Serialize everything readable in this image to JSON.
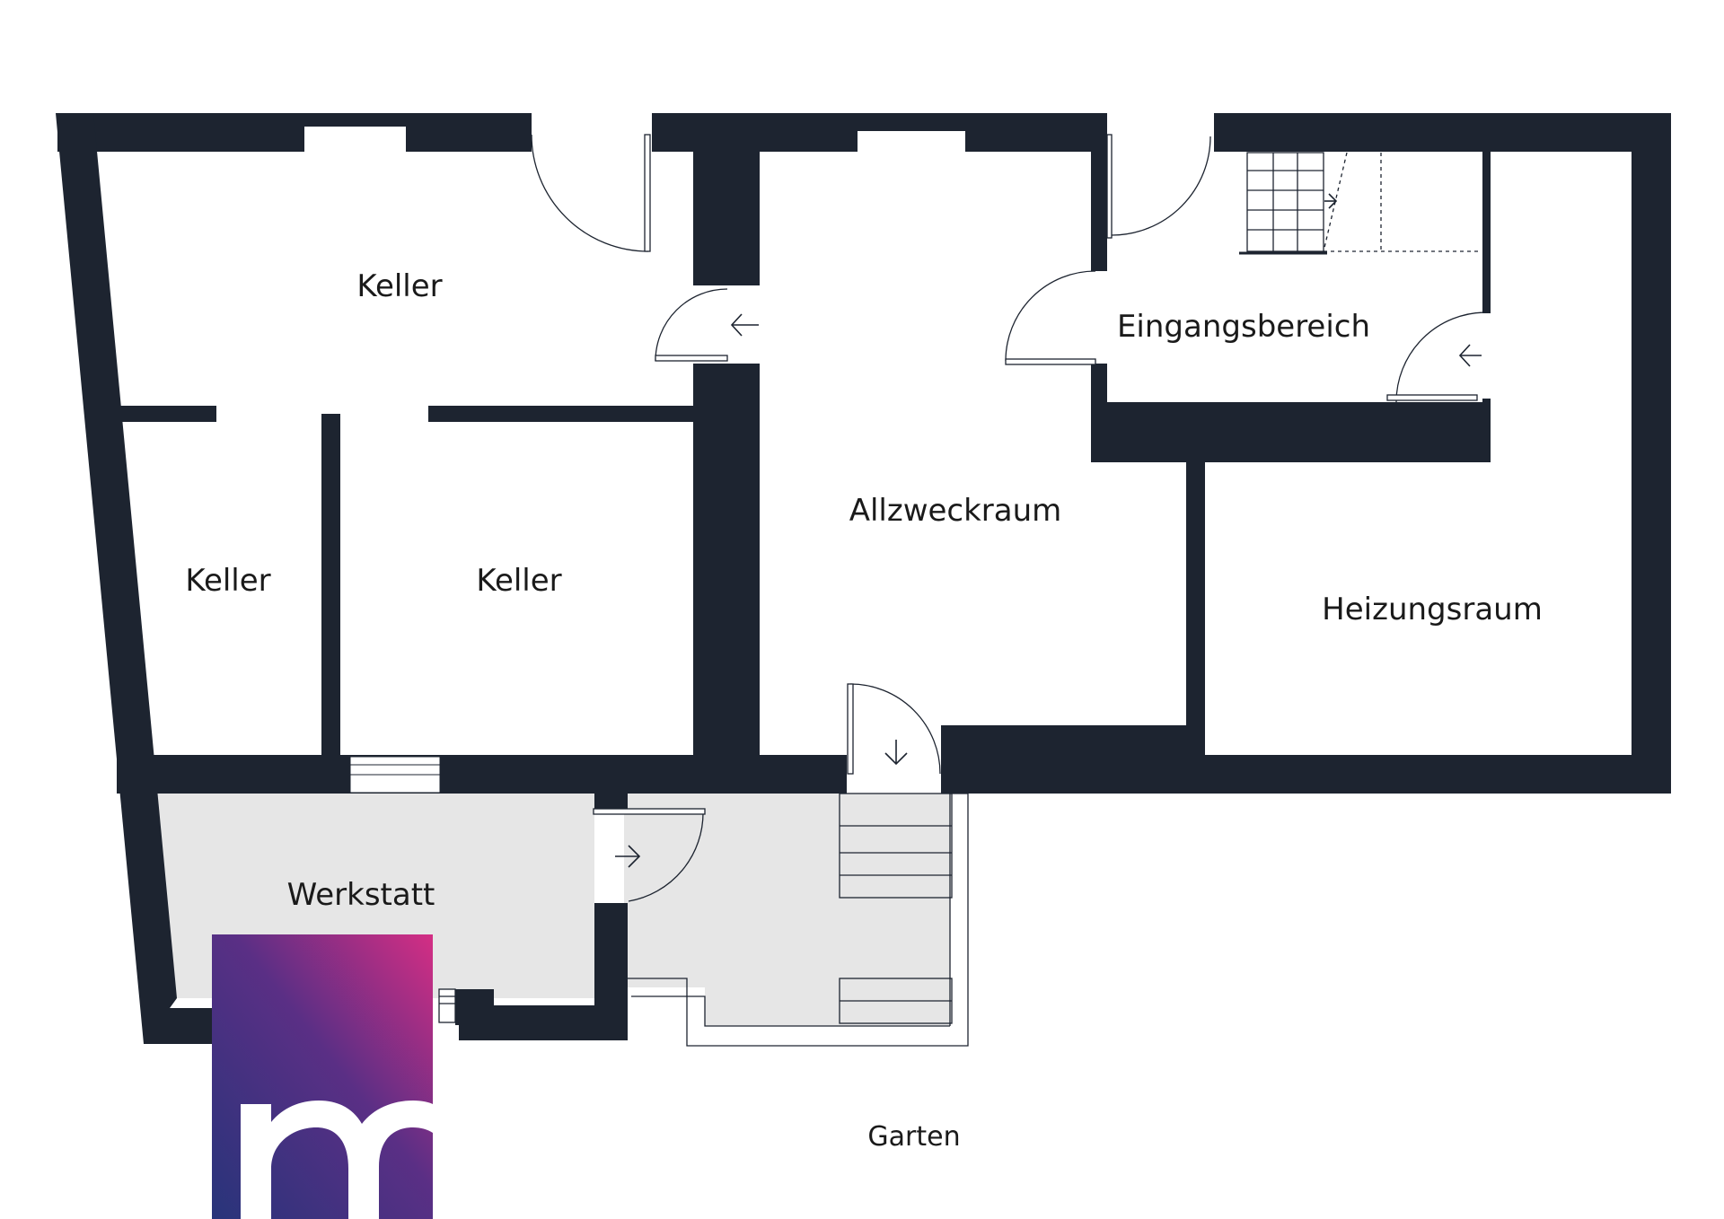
{
  "colors": {
    "wall": "#1d2430",
    "floor": "#ffffff",
    "shaded_floor": "#e6e6e6",
    "line": "#1d2430",
    "logo_dark": "#28347a",
    "logo_mid": "#5a2f85",
    "logo_pink": "#d42e84"
  },
  "rooms": {
    "keller_top": "Keller",
    "keller_left": "Keller",
    "keller_mid": "Keller",
    "allzweckraum": "Allzweckraum",
    "eingangsbereich": "Eingangsbereich",
    "heizungsraum": "Heizungsraum",
    "werkstatt": "Werkstatt",
    "garten": "Garten"
  },
  "logo": {
    "letter": "m",
    "icon": "m-monogram-logo"
  }
}
